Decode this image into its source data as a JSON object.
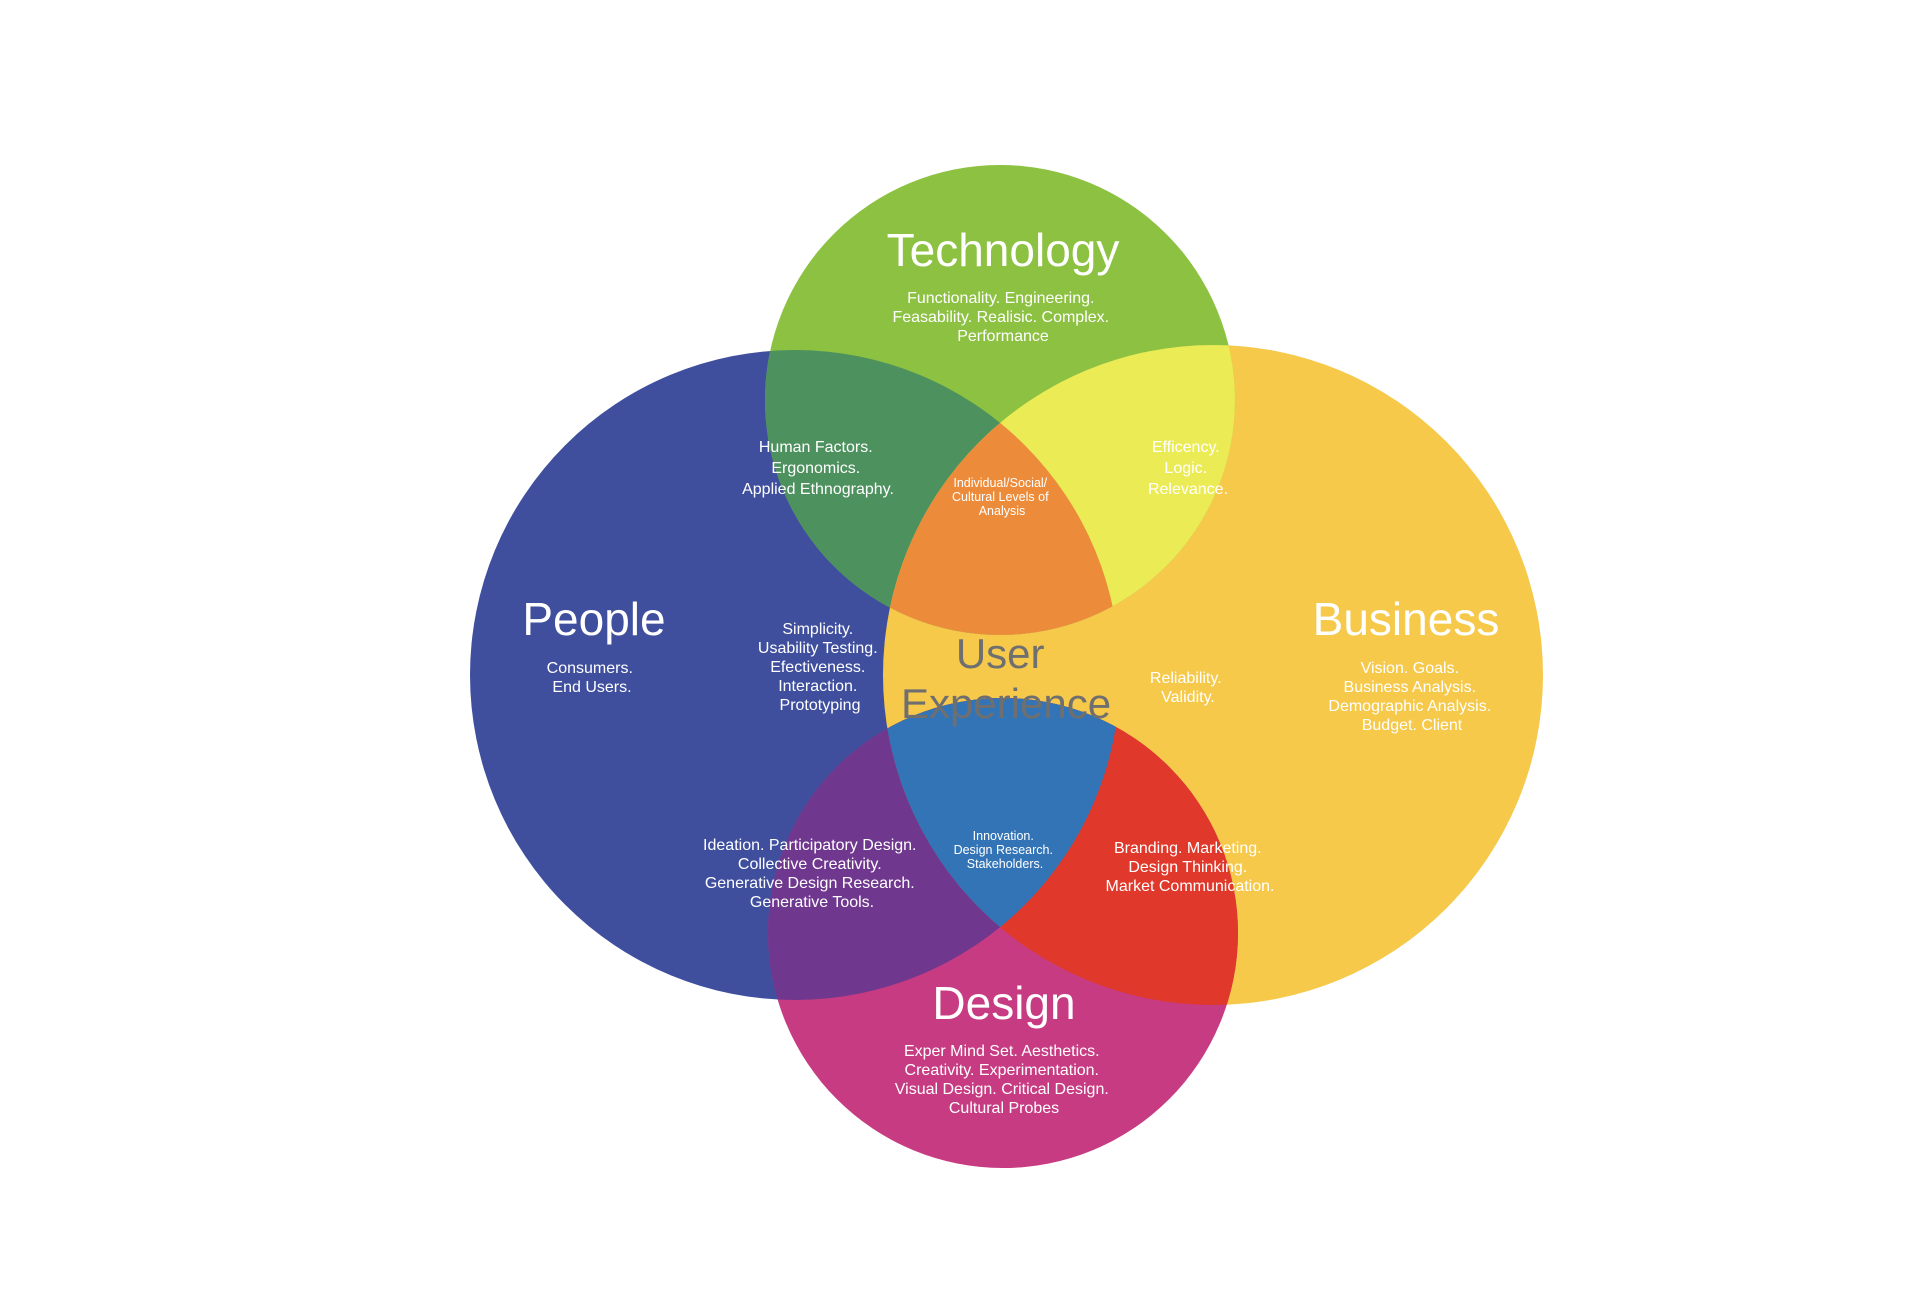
{
  "circles": {
    "technology": {
      "title": "Technology",
      "lines": [
        "Functionality. Engineering.",
        "Feasability. Realisic. Complex.",
        "Performance"
      ],
      "color": "#8cc142"
    },
    "people": {
      "title": "People",
      "lines": [
        "Consumers.",
        "End Users."
      ],
      "color": "#3f4f9e"
    },
    "business": {
      "title": "Business",
      "lines": [
        "Vision. Goals.",
        "Business Analysis.",
        "Demographic Analysis.",
        "Budget. Client"
      ],
      "color": "#f6c94b"
    },
    "design": {
      "title": "Design",
      "lines": [
        "Exper Mind Set. Aesthetics.",
        "Creativity. Experimentation.",
        "Visual Design.  Critical Design.",
        "Cultural Probes"
      ],
      "color": "#c73b82"
    }
  },
  "overlaps": {
    "people_technology": {
      "lines": [
        "Human Factors.",
        "Ergonomics.",
        "Applied Ethnography."
      ],
      "color": "#4d915e"
    },
    "technology_business": {
      "lines": [
        "Efficency.",
        "Logic.",
        "Relevance."
      ],
      "color": "#ebeb56"
    },
    "people_design": {
      "lines": [
        "Ideation. Participatory Design.",
        "Collective Creativity.",
        "Generative Design Research.",
        "Generative Tools."
      ],
      "color": "#6f378e"
    },
    "business_design": {
      "lines": [
        "Branding. Marketing.",
        "Design Thinking.",
        "Market Communication."
      ],
      "color": "#e0382a"
    },
    "people_tech_design": {
      "lines": [
        "Simplicity.",
        "Usability Testing.",
        "Efectiveness.",
        "Interaction.",
        "Prototyping"
      ],
      "color": "#4597c0"
    },
    "tech_business_design": {
      "lines": [
        "Reliability.",
        "Validity."
      ],
      "color": "#e8662f"
    },
    "people_tech_business": {
      "lines": [
        "Individual/Social/",
        "Cultural Levels of",
        "Analysis"
      ],
      "color": "#ec8c3b"
    },
    "people_business_design": {
      "lines": [
        "Innovation.",
        "Design Research.",
        "Stakeholders."
      ],
      "color": "#3374b7"
    }
  },
  "center": {
    "lines": [
      "User",
      "Experience"
    ],
    "color": "#ffffff",
    "text_color": "#6f6f6f"
  }
}
